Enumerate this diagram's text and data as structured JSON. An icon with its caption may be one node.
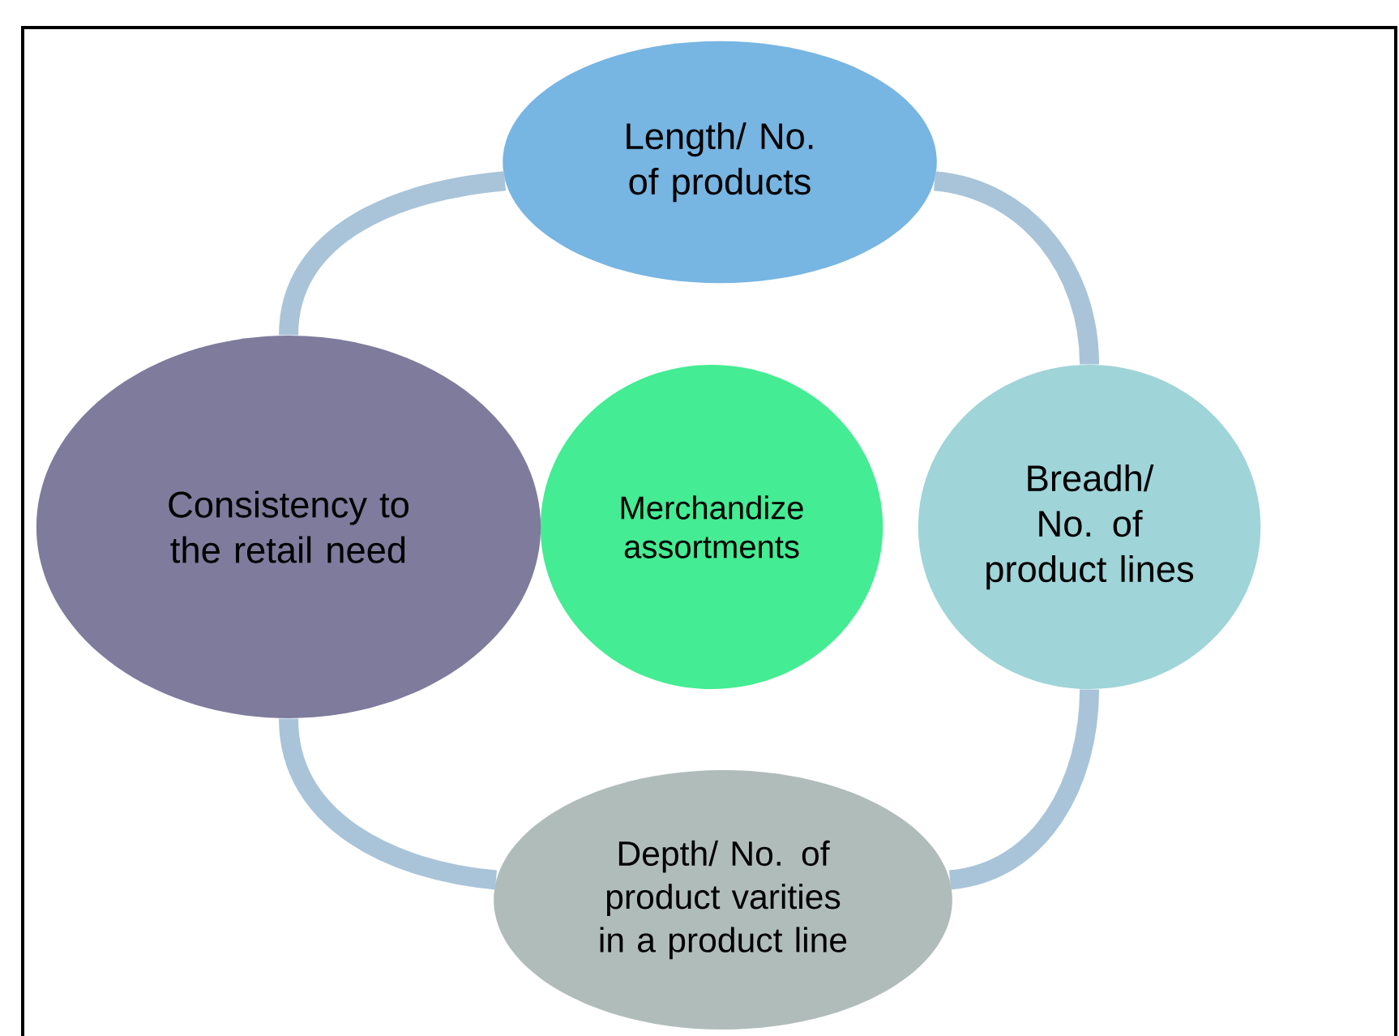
{
  "diagram": {
    "nodes": [
      {
        "text": [
          "Merchandize assortments"
        ]
      },
      {
        "text": [
          "Length/ No. of products"
        ]
      },
      {
        "text": [
          "Breadh/ No. of product lines"
        ]
      },
      {
        "text": [
          "Depth/ No. of product varities in a product line"
        ]
      },
      {
        "text": [
          "Consistency  to the retail need"
        ]
      }
    ],
    "edges": [
      {
        "from": 1,
        "to": 2,
        "arrow": "none"
      },
      {
        "from": 2,
        "to": 3,
        "arrow": "none"
      },
      {
        "from": 3,
        "to": 4,
        "arrow": "none"
      },
      {
        "from": 4,
        "to": 1,
        "arrow": "none"
      }
    ]
  }
}
